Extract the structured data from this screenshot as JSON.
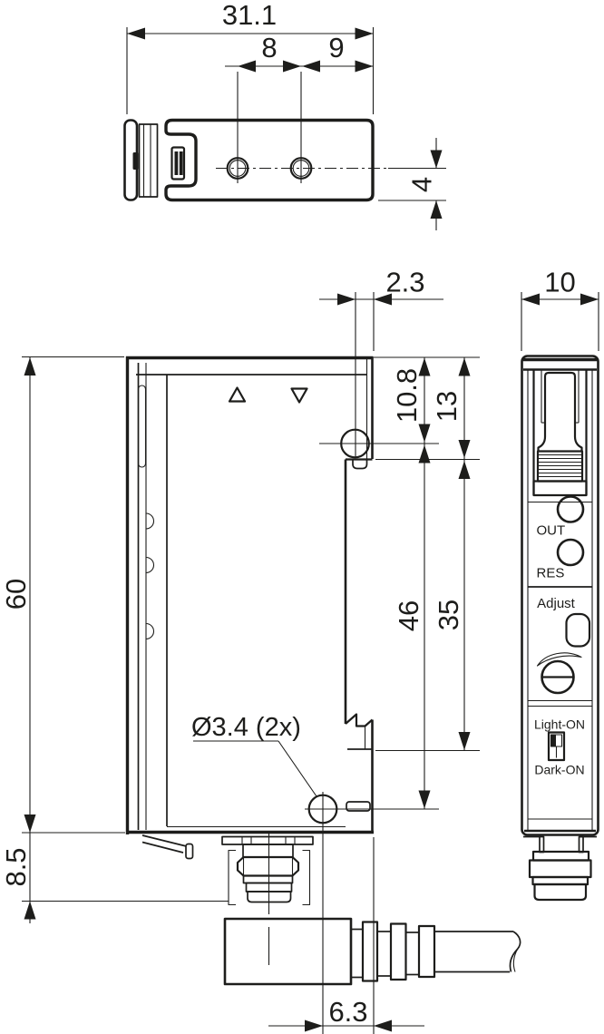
{
  "drawing": {
    "top_view": {
      "dim_total_width": "31.1",
      "dim_hole_spacing": "8",
      "dim_hole_to_edge": "9",
      "dim_thickness": "4"
    },
    "front_view": {
      "dim_height": "60",
      "dim_connector_offset": "8.5",
      "dim_hole_edge_offset": "2.3",
      "dim_hole_top_offset": "10.8",
      "dim_notch_top_offset": "13",
      "dim_hole_spacing": "46",
      "dim_notch_spacing": "35",
      "dim_cable_offset": "6.3",
      "label_hole_diameter": "Ø3.4 (2x)"
    },
    "side_view": {
      "dim_width": "10",
      "label_out": "OUT",
      "label_res": "RES",
      "label_adjust": "Adjust",
      "label_light_on": "Light-ON",
      "label_dark_on": "Dark-ON"
    },
    "colors": {
      "line": "#1d1d1b",
      "background": "#ffffff"
    }
  }
}
